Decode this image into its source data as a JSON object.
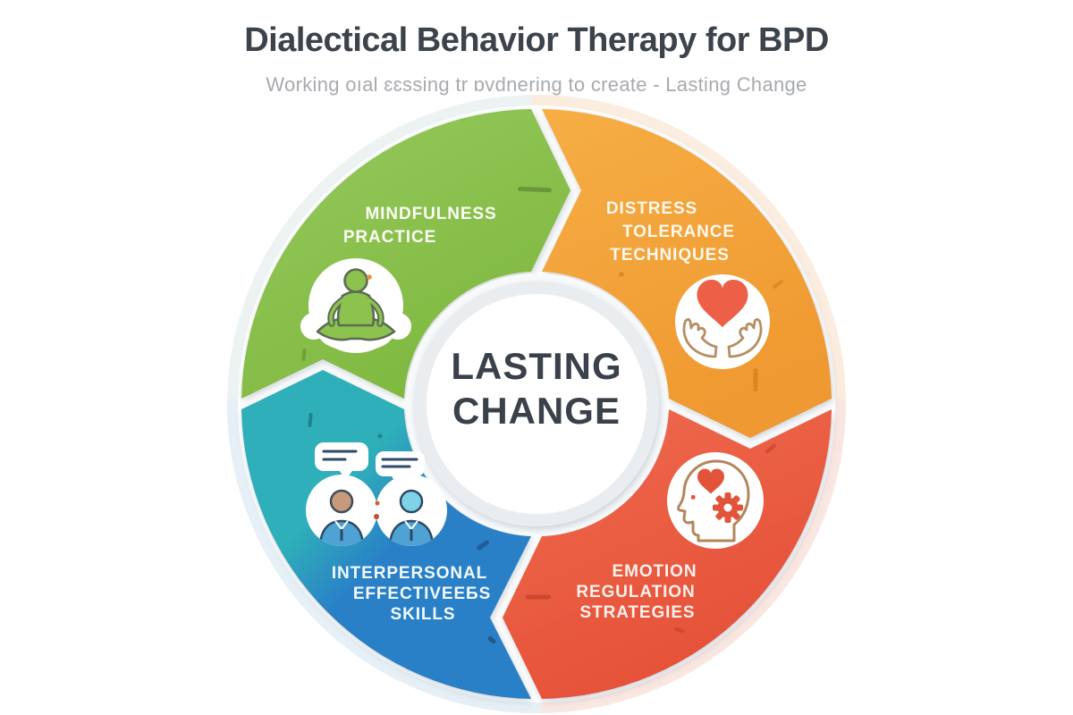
{
  "header": {
    "title": "Dialectical Behavior Therapy for BPD",
    "subtitle": "Working oıal ɛɛssing tr ɒvdnering to create - Lasting Change"
  },
  "center": {
    "line1": "LASTING",
    "line2": "CHANGE"
  },
  "segments": [
    {
      "name": "Mindfulness Practice",
      "position": "top-left",
      "color": "#8CC24E",
      "icon": "meditation-icon",
      "label_lines": [
        "MINDFULNESS",
        "PRACTICE"
      ]
    },
    {
      "name": "Distress Tolerance Techniques",
      "position": "top-right",
      "color": "#F2A23A",
      "icon": "heart-in-hands-icon",
      "label_lines": [
        "DISTRESS",
        "TOLERANCE",
        "TECHNIQUES"
      ]
    },
    {
      "name": "Emotion Regulation Strategies",
      "position": "bottom-right",
      "color": "#E95C41",
      "icon": "head-heart-gear-icon",
      "label_lines": [
        "EMOTION",
        "REGULATION",
        "STRATEGIES"
      ]
    },
    {
      "name": "Interpersonal Effectiveness Skills",
      "position": "bottom-left",
      "color": "#2FAFB9",
      "color2": "#2B80C6",
      "icon": "people-talking-icon",
      "label_lines": [
        "INTERPERSONAL",
        "EFFECTIVEEБS",
        "SKILLS"
      ]
    }
  ],
  "colors": {
    "title_text": "#3C434B",
    "subtitle_text": "#A7AAAE",
    "center_text": "#3A414B",
    "heart": "#ED5F47",
    "gear": "#E2543A"
  }
}
